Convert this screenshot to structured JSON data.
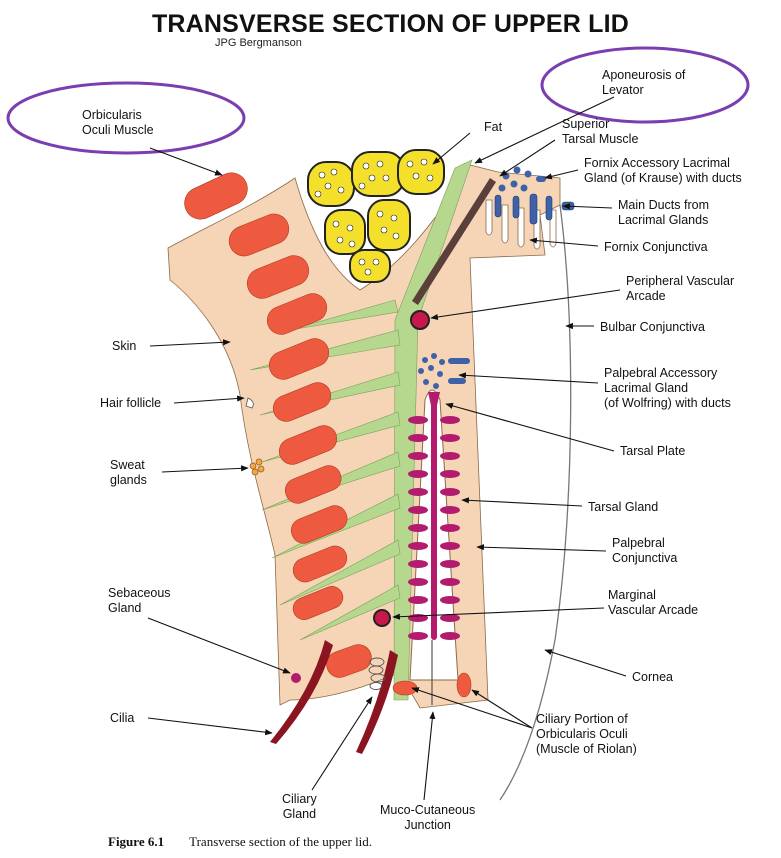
{
  "title": "TRANSVERSE SECTION OF UPPER LID",
  "author": "JPG  Bergmanson",
  "labels": {
    "orbicularis": "Orbicularis\nOculi Muscle",
    "fat": "Fat",
    "aponeurosis": "Aponeurosis of\nLevator",
    "superior_tarsal": "Superior\nTarsal Muscle",
    "fornix_accessory": "Fornix Accessory Lacrimal\nGland (of Krause) with ducts",
    "main_ducts": "Main Ducts from\nLacrimal Glands",
    "fornix_conj": "Fornix Conjunctiva",
    "peripheral_arcade": "Peripheral Vascular\nArcade",
    "bulbar_conj": "Bulbar Conjunctiva",
    "skin": "Skin",
    "palpebral_accessory": "Palpebral Accessory\nLacrimal Gland\n(of Wolfring) with ducts",
    "hair_follicle": "Hair follicle",
    "tarsal_plate": "Tarsal Plate",
    "sweat_glands": "Sweat\nglands",
    "tarsal_gland": "Tarsal  Gland",
    "palpebral_conj": "Palpebral\nConjunctiva",
    "sebaceous": "Sebaceous\nGland",
    "marginal_arcade": "Marginal\nVascular Arcade",
    "cornea": "Cornea",
    "cilia": "Cilia",
    "ciliary_portion": "Ciliary Portion of\nOrbicularis Oculi\n(Muscle of Riolan)",
    "ciliary_gland": "Ciliary\nGland",
    "muco_cutaneous": "Muco-Cutaneous\nJunction"
  },
  "caption": {
    "number": "Figure 6.1",
    "text": "Transverse section of the upper lid."
  },
  "colors": {
    "skin_tissue": "#f5d5b5",
    "muscle": "#ee5a40",
    "fat": "#f4e02a",
    "septum": "#b5d88e",
    "tarsal_gland": "#b31c6e",
    "duct": "#3e62a8",
    "levator_muscle": "#5a3f3b",
    "vessel": "#c8174c",
    "cilia": "#8a1520",
    "highlight_oval": "#7a3eb0"
  }
}
